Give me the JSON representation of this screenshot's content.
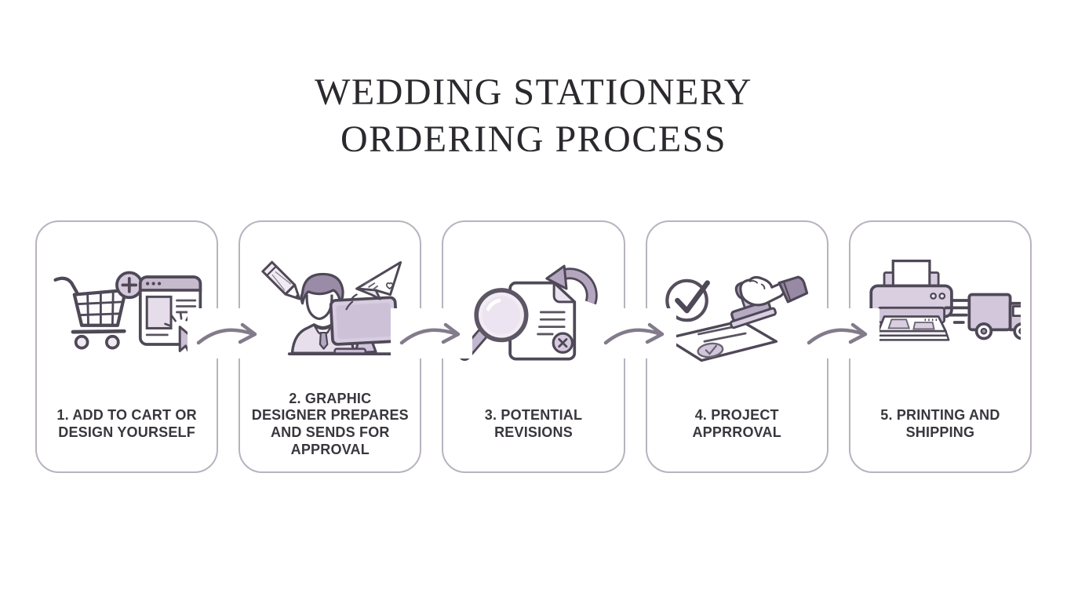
{
  "title": {
    "line1": "WEDDING STATIONERY",
    "line2": "ORDERING PROCESS"
  },
  "steps": [
    {
      "id": 1,
      "label": "1. ADD TO CART OR DESIGN YOURSELF",
      "icon": "cart-and-browser-icon"
    },
    {
      "id": 2,
      "label": "2. GRAPHIC DESIGNER PREPARES AND SENDS FOR APPROVAL",
      "icon": "designer-at-computer-icon"
    },
    {
      "id": 3,
      "label": "3. POTENTIAL REVISIONS",
      "icon": "magnifier-document-icon"
    },
    {
      "id": 4,
      "label": "4. PROJECT APPRROVAL",
      "icon": "stamp-approval-icon"
    },
    {
      "id": 5,
      "label": "5. PRINTING AND SHIPPING",
      "icon": "printer-and-truck-icon"
    }
  ],
  "connectors": {
    "count": 4,
    "style": "curved-right-arrow"
  },
  "colors": {
    "background": "#ffffff",
    "card-border": "#b9b2bf",
    "title-text": "#2b292e",
    "label-text": "#3a363d",
    "outline": "#4e4857",
    "lavender-fill": "#d9cfe0",
    "lavender-deep": "#b2a5bd",
    "arrow": "#837b8b"
  }
}
